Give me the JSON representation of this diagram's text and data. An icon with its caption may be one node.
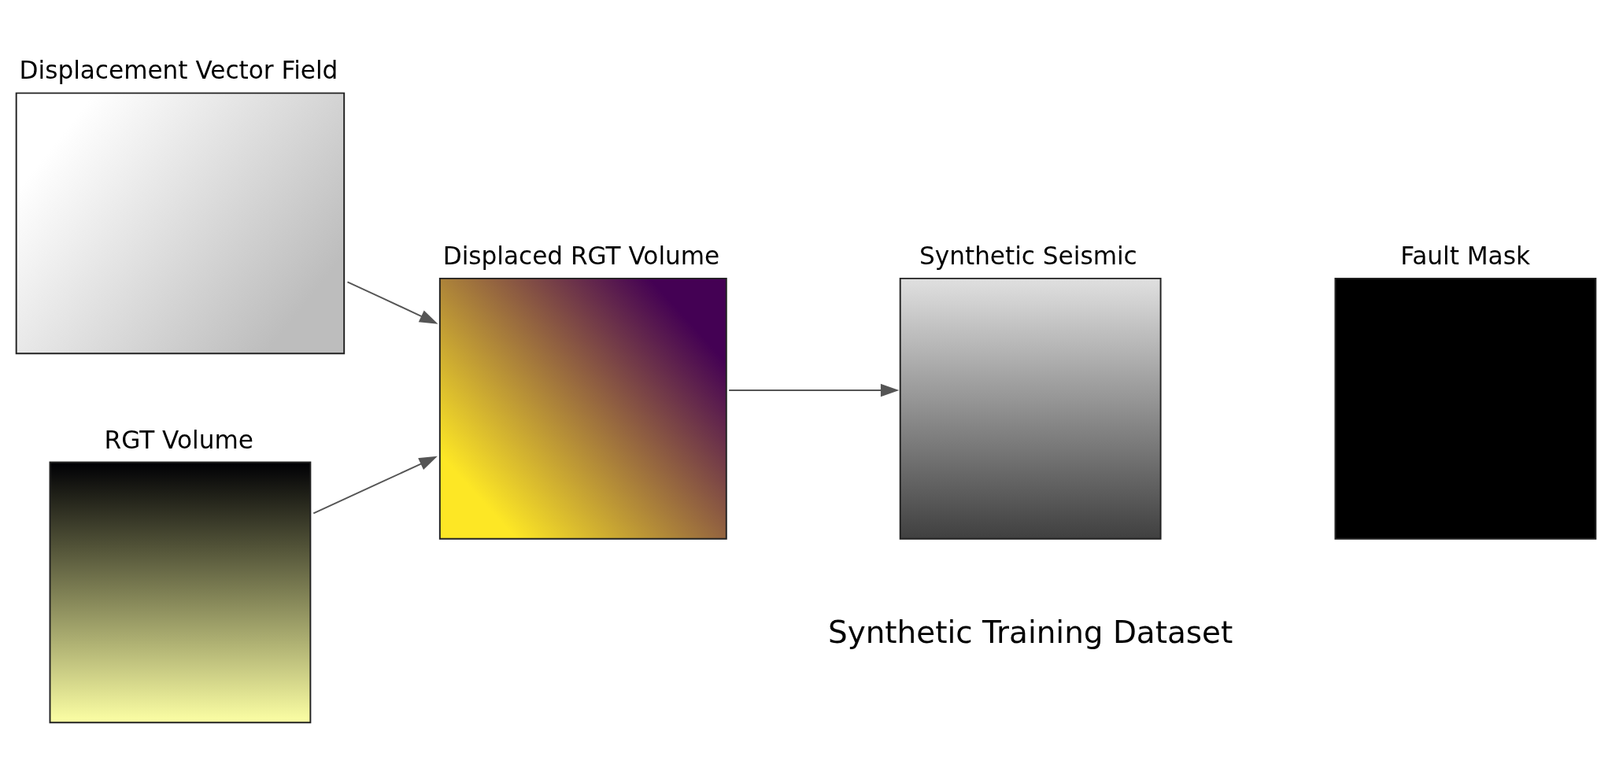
{
  "diagram": {
    "nodes": [
      {
        "text": [
          "Displacement Vector Field"
        ]
      },
      {
        "text": [
          "RGT Volume"
        ]
      },
      {
        "text": [
          "Displaced RGT Volume"
        ]
      },
      {
        "text": [
          "Synthetic Seismic"
        ]
      },
      {
        "text": [
          "Fault Mask"
        ]
      }
    ],
    "edges": [
      {
        "from": 0,
        "to": 2,
        "arrow": "to"
      },
      {
        "from": 1,
        "to": 2,
        "arrow": "to"
      },
      {
        "from": 2,
        "to": 3,
        "arrow": "to"
      }
    ],
    "labels": [
      "Synthetic Training Dataset"
    ]
  }
}
